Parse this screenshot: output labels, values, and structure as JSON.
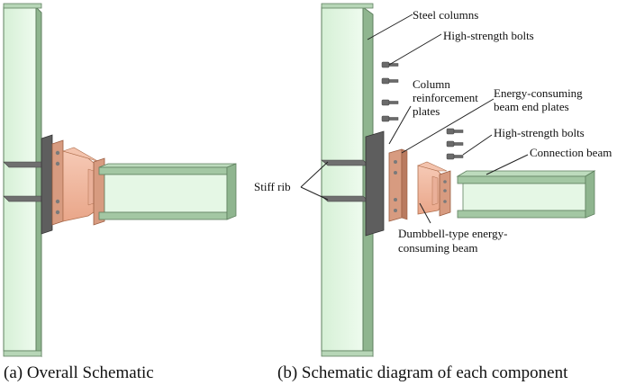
{
  "labels": {
    "steel_columns": "Steel columns",
    "high_strength_bolts_top": "High-strength bolts",
    "column_reinforcement_plates": [
      "Column",
      "reinforcement",
      "plates"
    ],
    "energy_consuming_end_plates": [
      "Energy-consuming",
      "beam end plates"
    ],
    "high_strength_bolts_right": "High-strength bolts",
    "connection_beam": "Connection beam",
    "stiff_rib": "Stiff rib",
    "dumbbell_beam": [
      "Dumbbell-type energy-",
      "consuming beam"
    ]
  },
  "captions": {
    "a": "(a) Overall Schematic",
    "b": "(b) Schematic diagram of each component"
  },
  "colors": {
    "column_face": "#e2f6e2",
    "column_side": "#8fb58f",
    "column_edge": "#5f805f",
    "copper": "#f1b9a2",
    "copper_dark": "#c98769",
    "plate_gray": "#5e5e5e",
    "bolt": "#6a6a6a"
  }
}
